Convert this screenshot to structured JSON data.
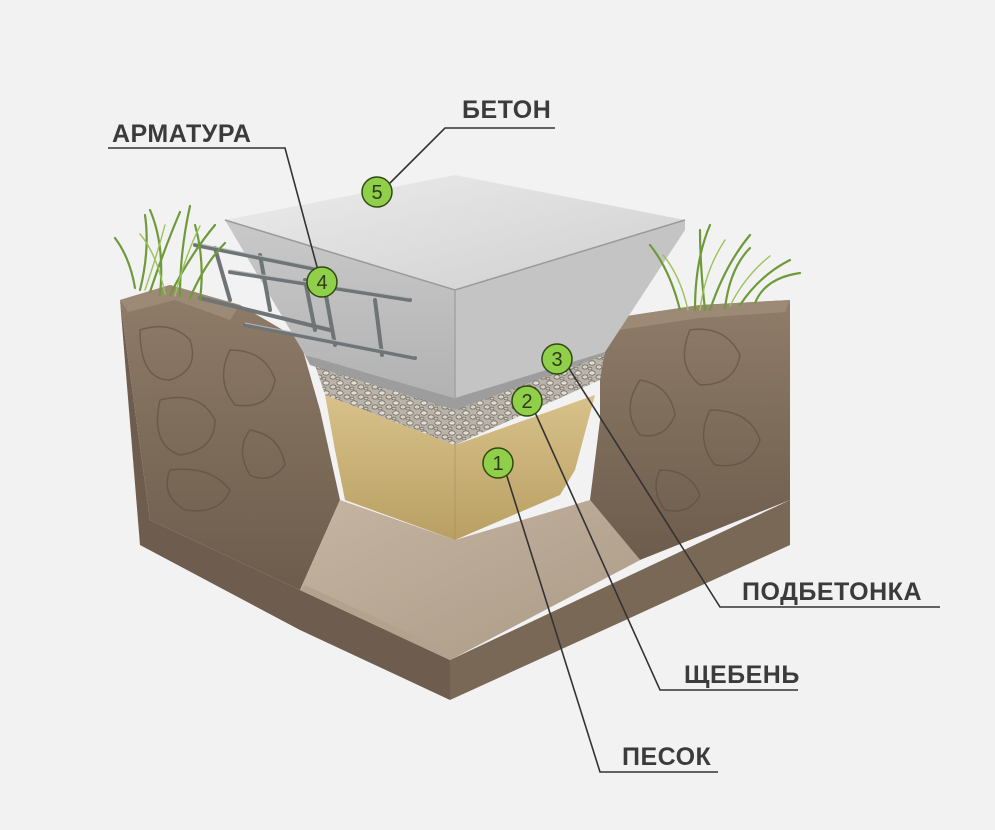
{
  "labels": {
    "beton": "БЕТОН",
    "armatura": "АРМАТУРА",
    "podbetonka": "ПОДБЕТОНКА",
    "scheben": "ЩЕБЕНЬ",
    "pesok": "ПЕСОК"
  },
  "markers": {
    "m1": "1",
    "m2": "2",
    "m3": "3",
    "m4": "4",
    "m5": "5"
  },
  "colors": {
    "background": "#f2f2f2",
    "marker_fill": "#8fcf4a",
    "concrete": "#d9d9d9",
    "sand": "#c9b37a",
    "soil": "#8d7a66",
    "grass": "#6f9a3a",
    "leader_line": "#333333"
  }
}
